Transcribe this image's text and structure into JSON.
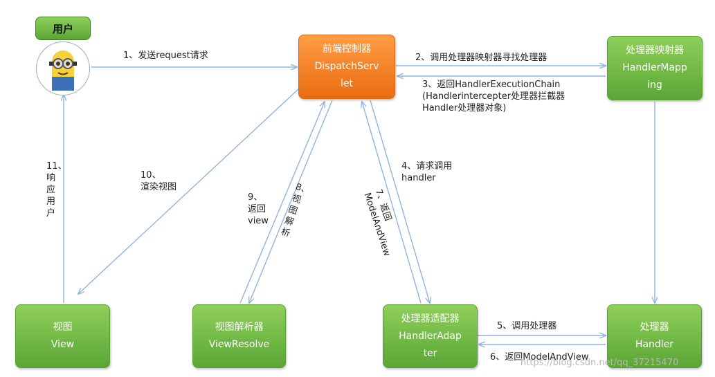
{
  "nodes": {
    "user": {
      "label": "用户"
    },
    "dispatcher": {
      "line1": "前端控制器",
      "line2": "DispatchServ",
      "line3": "let"
    },
    "mapping": {
      "line1": "处理器映射器",
      "line2": "HandlerMapp",
      "line3": "ing"
    },
    "view": {
      "line1": "视图",
      "line2": "View"
    },
    "viewresolver": {
      "line1": "视图解析器",
      "line2": "ViewResolve"
    },
    "adapter": {
      "line1": "处理器适配器",
      "line2": "HandlerAdap",
      "line3": "ter"
    },
    "handler": {
      "line1": "处理器",
      "line2": "Handler"
    }
  },
  "edges": {
    "e1": "1、发送request请求",
    "e2": "2、调用处理器映射器寻找处理器",
    "e3": {
      "line1": "3、返回HandlerExecutionChain",
      "line2": "(Handlerintercepter处理器拦截器",
      "line3": "Handler处理器对象)"
    },
    "e4": {
      "line1": "4、请求调用",
      "line2": "handler"
    },
    "e5": "5、调用处理器",
    "e6": "6、返回ModelAndView",
    "e7": {
      "line1": "7、返回",
      "line2": "ModelAndView"
    },
    "e8": {
      "line1": "8、",
      "line2": "视",
      "line3": "图",
      "line4": "解",
      "line5": "析"
    },
    "e9": {
      "line1": "9、",
      "line2": "返回",
      "line3": "view"
    },
    "e10": {
      "line1": "10、",
      "line2": "渲染视图"
    },
    "e11": {
      "line1": "11、",
      "line2": "响",
      "line3": "应",
      "line4": "用",
      "line5": "户"
    }
  },
  "watermark": "https://blog.csdn.net/qq_37215470",
  "colors": {
    "node_green": "#6bb843",
    "node_orange": "#f07d1f",
    "arrow": "#8fb4e0"
  }
}
